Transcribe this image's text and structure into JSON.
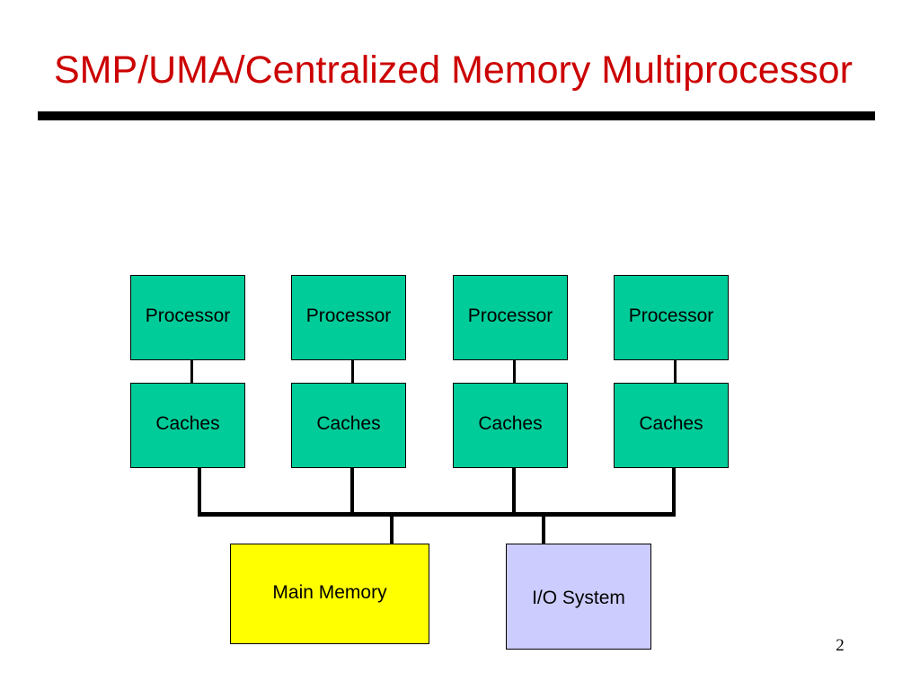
{
  "slide": {
    "title": "SMP/UMA/Centralized Memory Multiprocessor",
    "page_number": "2"
  },
  "colors": {
    "title": "#cc0000",
    "processor_fill": "#00cc99",
    "cache_fill": "#00cc99",
    "memory_fill": "#ffff00",
    "io_fill": "#ccccff",
    "line": "#000000"
  },
  "diagram": {
    "processors": [
      {
        "label": "Processor"
      },
      {
        "label": "Processor"
      },
      {
        "label": "Processor"
      },
      {
        "label": "Processor"
      }
    ],
    "caches": [
      {
        "label": "Caches"
      },
      {
        "label": "Caches"
      },
      {
        "label": "Caches"
      },
      {
        "label": "Caches"
      }
    ],
    "main_memory": {
      "label": "Main Memory"
    },
    "io_system": {
      "label": "I/O System"
    }
  }
}
